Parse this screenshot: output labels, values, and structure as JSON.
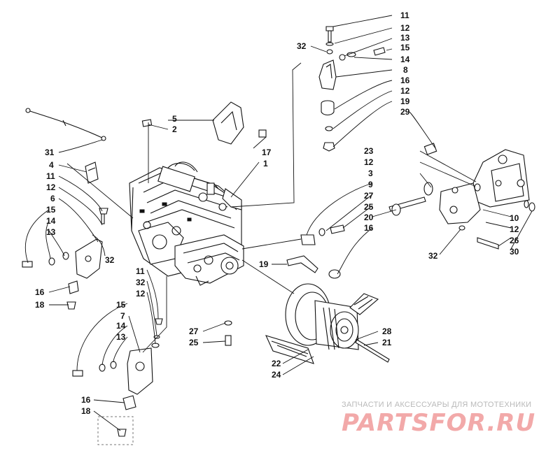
{
  "diagram": {
    "callouts": [
      {
        "id": "c-11a",
        "text": "11"
      },
      {
        "id": "c-12a",
        "text": "12"
      },
      {
        "id": "c-32a",
        "text": "32"
      },
      {
        "id": "c-13a",
        "text": "13"
      },
      {
        "id": "c-15a",
        "text": "15"
      },
      {
        "id": "c-14a",
        "text": "14"
      },
      {
        "id": "c-8",
        "text": "8"
      },
      {
        "id": "c-16a",
        "text": "16"
      },
      {
        "id": "c-12b",
        "text": "12"
      },
      {
        "id": "c-19a",
        "text": "19"
      },
      {
        "id": "c-29",
        "text": "29"
      },
      {
        "id": "c-5",
        "text": "5"
      },
      {
        "id": "c-2",
        "text": "2"
      },
      {
        "id": "c-17",
        "text": "17"
      },
      {
        "id": "c-1",
        "text": "1"
      },
      {
        "id": "c-31",
        "text": "31"
      },
      {
        "id": "c-4",
        "text": "4"
      },
      {
        "id": "c-11b",
        "text": "11"
      },
      {
        "id": "c-12c",
        "text": "12"
      },
      {
        "id": "c-6",
        "text": "6"
      },
      {
        "id": "c-15b",
        "text": "15"
      },
      {
        "id": "c-14b",
        "text": "14"
      },
      {
        "id": "c-13b",
        "text": "13"
      },
      {
        "id": "c-32b",
        "text": "32"
      },
      {
        "id": "c-16b",
        "text": "16"
      },
      {
        "id": "c-18a",
        "text": "18"
      },
      {
        "id": "c-23",
        "text": "23"
      },
      {
        "id": "c-12d",
        "text": "12"
      },
      {
        "id": "c-3",
        "text": "3"
      },
      {
        "id": "c-9",
        "text": "9"
      },
      {
        "id": "c-27a",
        "text": "27"
      },
      {
        "id": "c-25a",
        "text": "25"
      },
      {
        "id": "c-20",
        "text": "20"
      },
      {
        "id": "c-16c",
        "text": "16"
      },
      {
        "id": "c-10",
        "text": "10"
      },
      {
        "id": "c-12e",
        "text": "12"
      },
      {
        "id": "c-26",
        "text": "26"
      },
      {
        "id": "c-30",
        "text": "30"
      },
      {
        "id": "c-32c",
        "text": "32"
      },
      {
        "id": "c-19b",
        "text": "19"
      },
      {
        "id": "c-11c",
        "text": "11"
      },
      {
        "id": "c-32d",
        "text": "32"
      },
      {
        "id": "c-12f",
        "text": "12"
      },
      {
        "id": "c-7",
        "text": "7"
      },
      {
        "id": "c-15c",
        "text": "15"
      },
      {
        "id": "c-14c",
        "text": "14"
      },
      {
        "id": "c-13c",
        "text": "13"
      },
      {
        "id": "c-27b",
        "text": "27"
      },
      {
        "id": "c-25b",
        "text": "25"
      },
      {
        "id": "c-16d",
        "text": "16"
      },
      {
        "id": "c-18b",
        "text": "18"
      },
      {
        "id": "c-22",
        "text": "22"
      },
      {
        "id": "c-24",
        "text": "24"
      },
      {
        "id": "c-28",
        "text": "28"
      },
      {
        "id": "c-21",
        "text": "21"
      }
    ]
  },
  "watermark": {
    "subtitle": "ЗАПЧАСТИ И АКСЕССУАРЫ ДЛЯ МОТОТЕХНИКИ",
    "brand": "PARTSFOR.RU"
  }
}
